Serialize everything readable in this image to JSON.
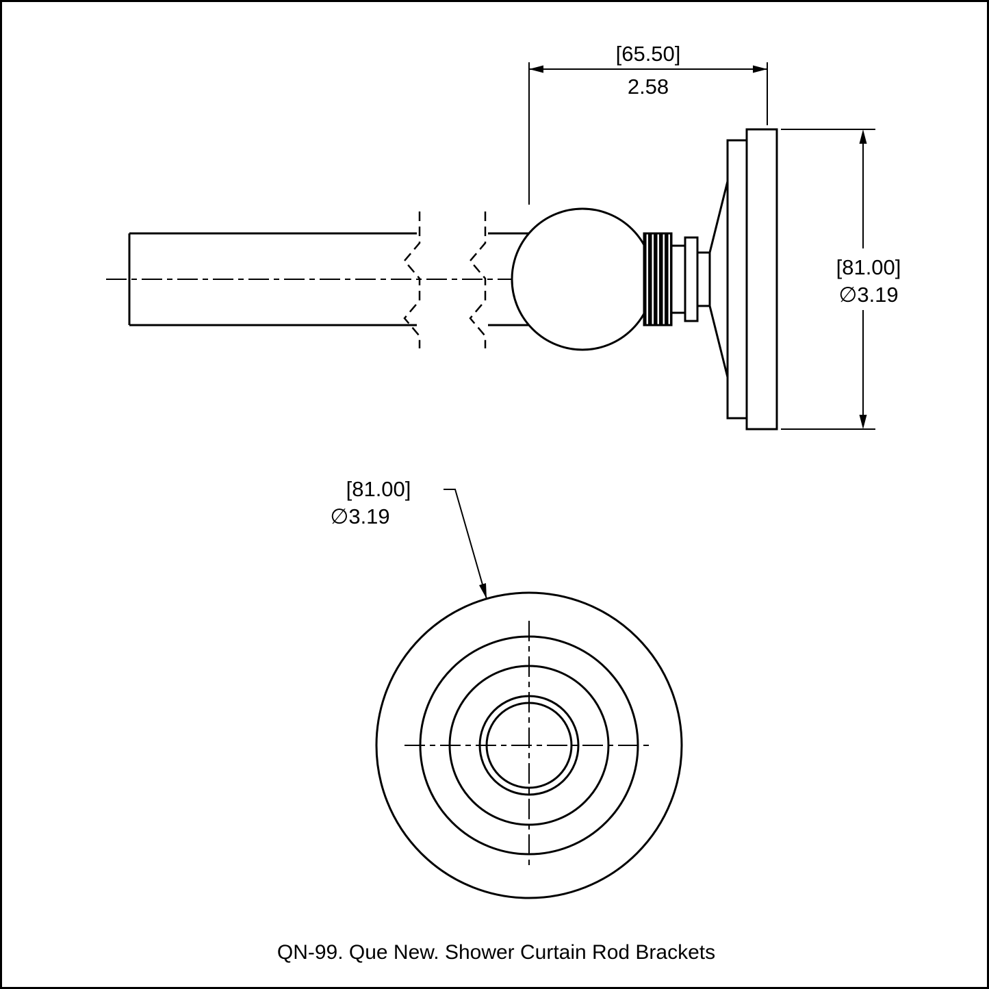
{
  "page": {
    "background_color": "#ffffff",
    "line_color": "#000000"
  },
  "side_view": {
    "width_dim": {
      "mm": "[65.50]",
      "inches": "2.58"
    },
    "diameter_dim": {
      "mm": "[81.00]",
      "inches": "∅3.19"
    }
  },
  "front_view": {
    "diameter_dim": {
      "mm": "[81.00]",
      "inches": "∅3.19"
    }
  },
  "caption": "QN-99. Que New. Shower Curtain Rod Brackets"
}
